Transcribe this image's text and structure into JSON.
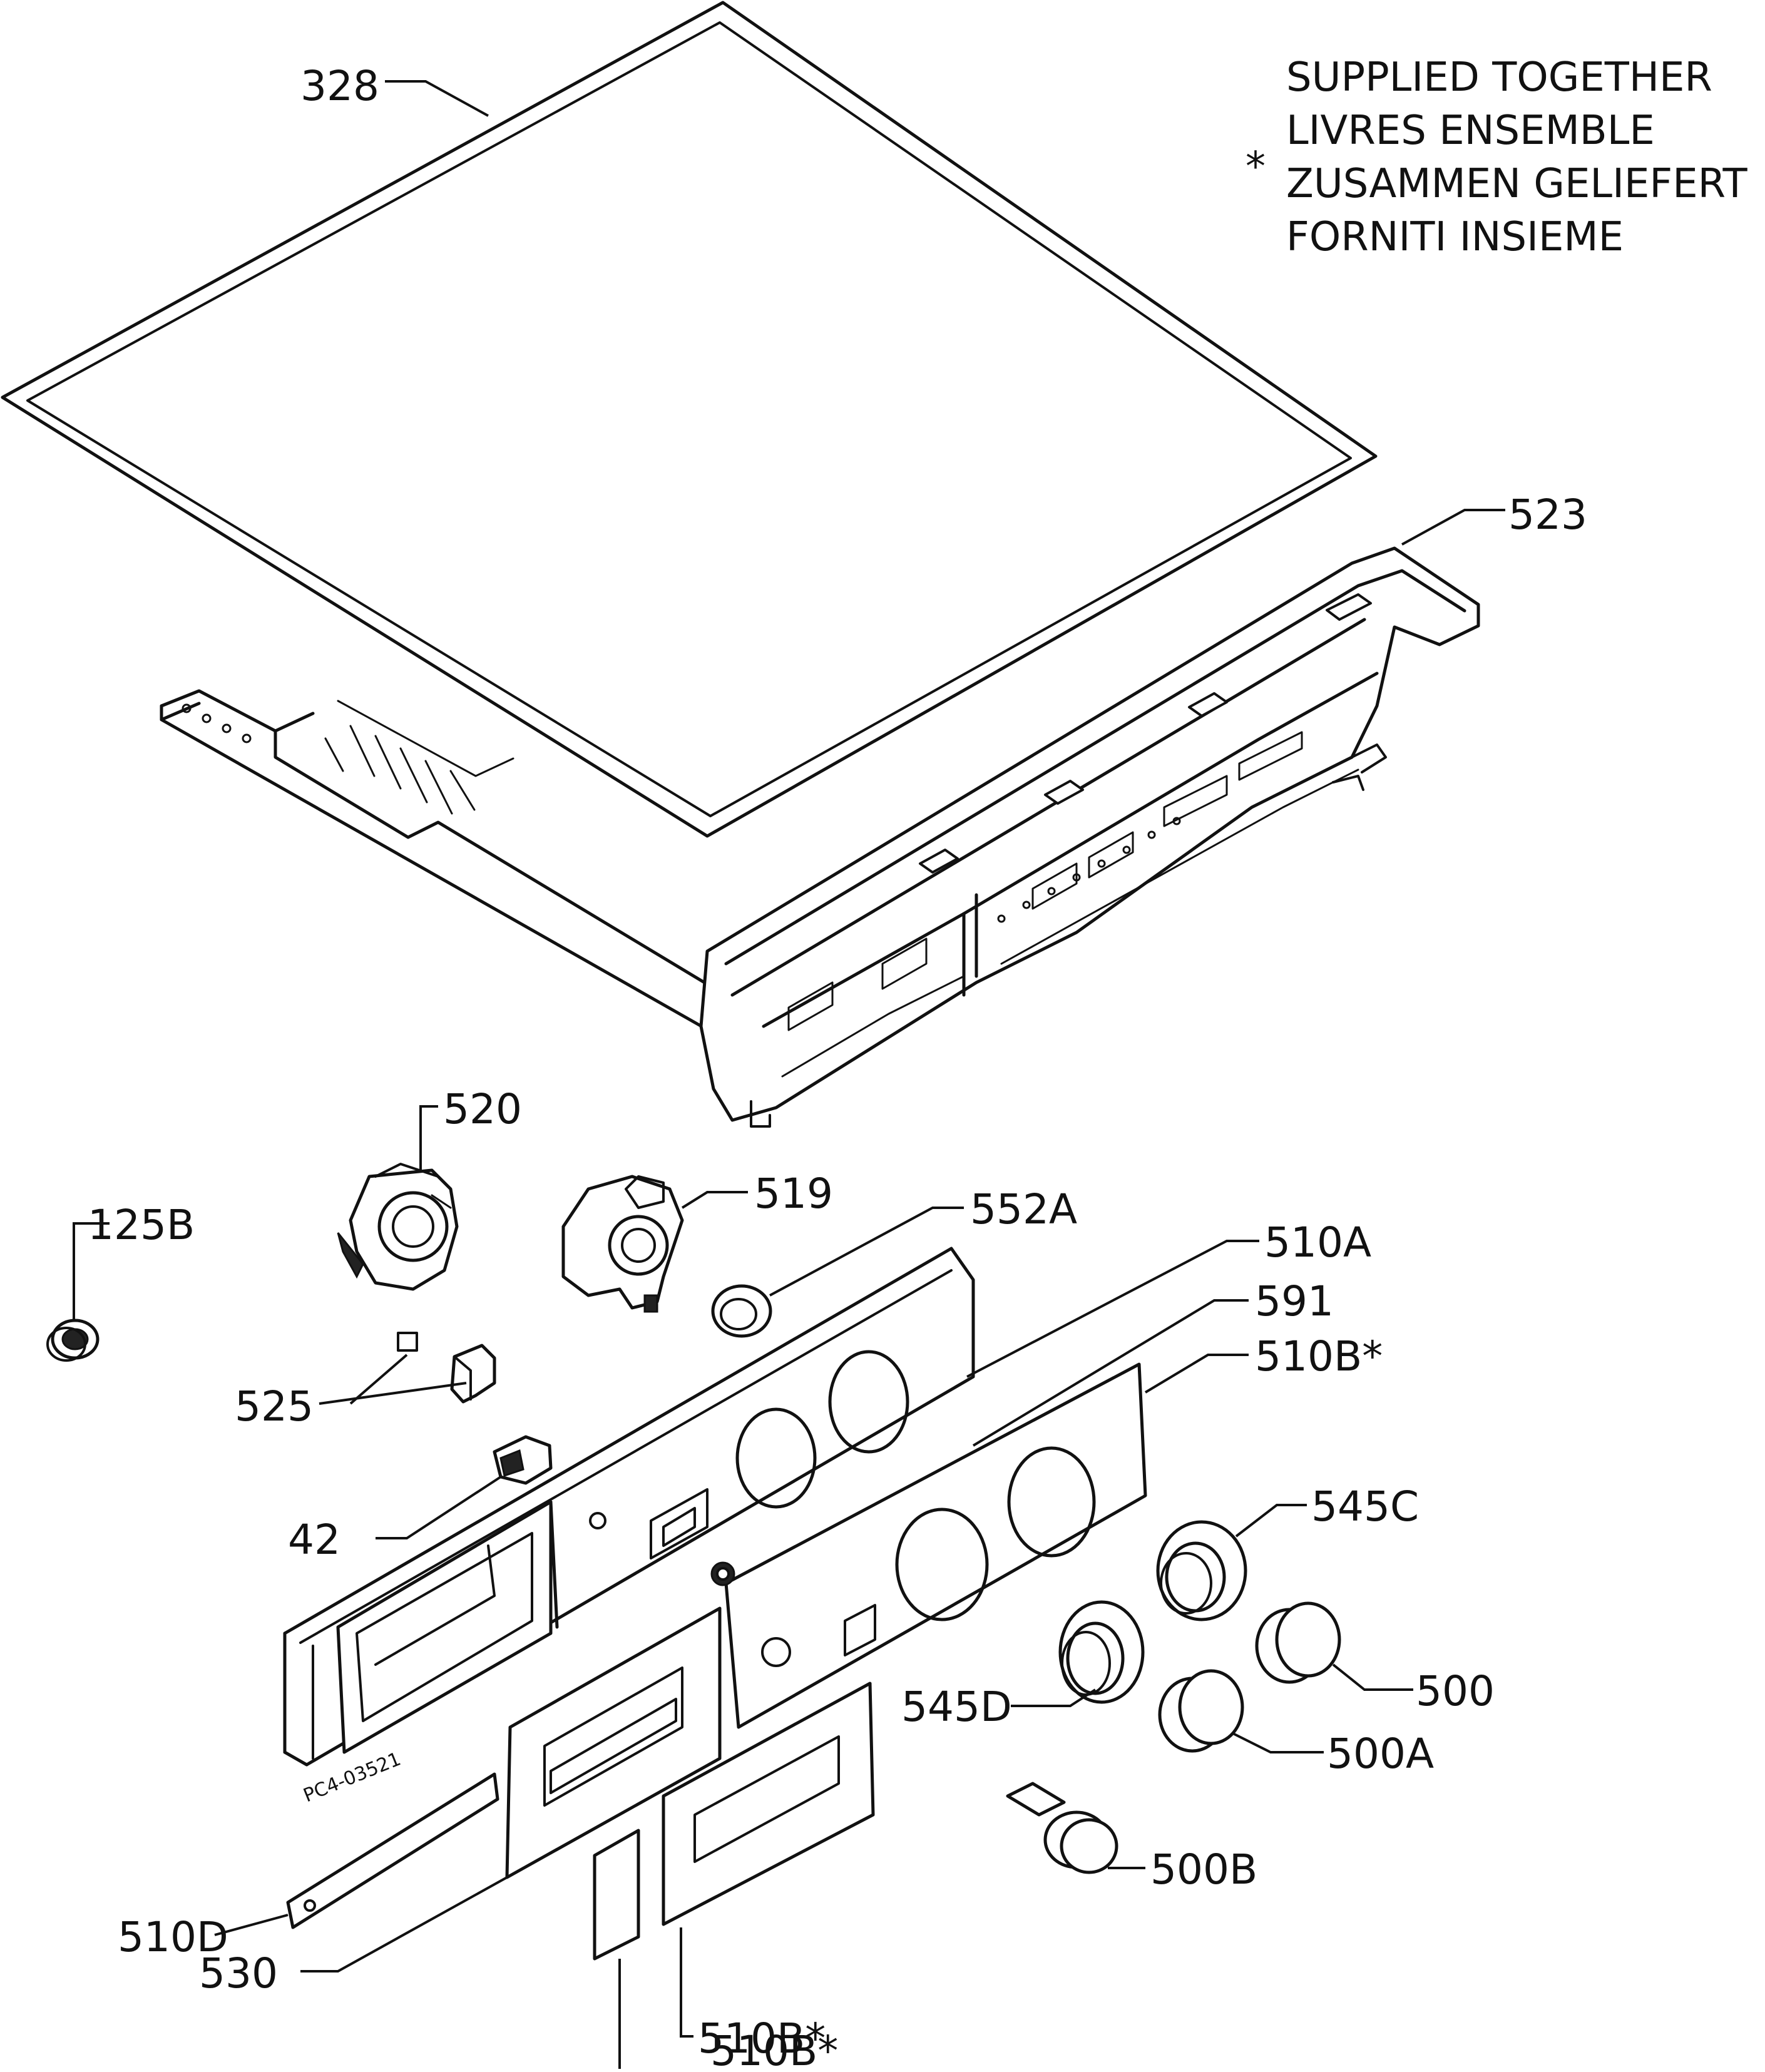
{
  "note": {
    "marker": "*",
    "lines": [
      "SUPPLIED TOGETHER",
      "LIVRES ENSEMBLE",
      "ZUSAMMEN GELIEFERT",
      "FORNITI INSIEME"
    ]
  },
  "labels": {
    "l328": "328",
    "l523": "523",
    "l520": "520",
    "l519": "519",
    "l125B": "125B",
    "l552A": "552A",
    "l510A": "510A",
    "l591": "591",
    "l510Bstar1": "510B*",
    "l525": "525",
    "l42": "42",
    "l545C": "545C",
    "l545D": "545D",
    "l500": "500",
    "l500A": "500A",
    "l500B": "500B",
    "l510D": "510D",
    "l530": "530",
    "l510Bstar2": "510B*",
    "l510Bstar3": "510B*"
  },
  "drawing_ref": "PC4-03521"
}
